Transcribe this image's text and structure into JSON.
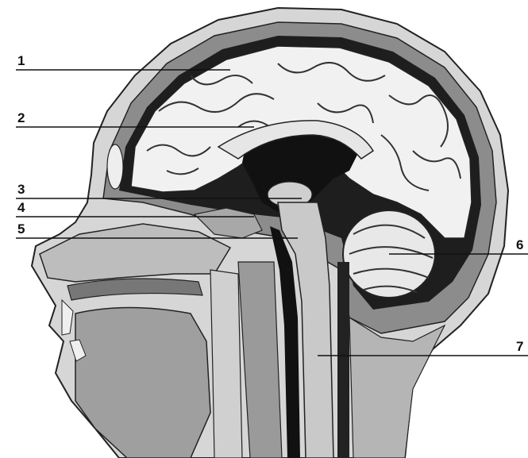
{
  "diagram": {
    "labels": [
      {
        "id": "1",
        "text": "1"
      },
      {
        "id": "2",
        "text": "2"
      },
      {
        "id": "3",
        "text": "3"
      },
      {
        "id": "4",
        "text": "4"
      },
      {
        "id": "5",
        "text": "5"
      },
      {
        "id": "6",
        "text": "6"
      },
      {
        "id": "7",
        "text": "7"
      }
    ]
  },
  "colors": {
    "skin": "#d9d9d9",
    "skull": "#8a8a8a",
    "brain": "#f2f2f2",
    "ventricle": "#111111",
    "tissue": "#b8b8b8",
    "outline": "#222222"
  }
}
